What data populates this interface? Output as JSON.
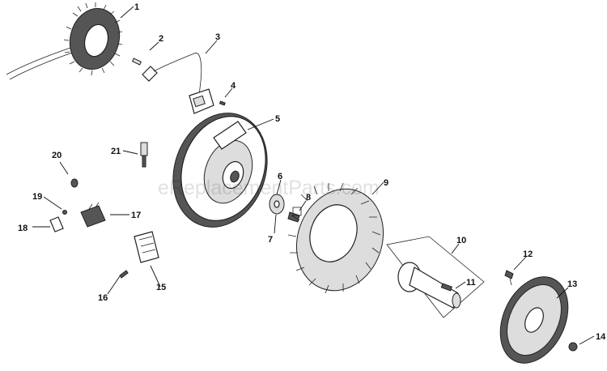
{
  "watermark": "eReplacementParts.com",
  "callouts": {
    "c1": "1",
    "c2": "2",
    "c3": "3",
    "c4": "4",
    "c5": "5",
    "c6": "6",
    "c7": "7",
    "c8": "8",
    "c9": "9",
    "c10": "10",
    "c11": "11",
    "c12": "12",
    "c13": "13",
    "c14": "14",
    "c15": "15",
    "c16": "16",
    "c17": "17",
    "c18": "18",
    "c19": "19",
    "c20": "20",
    "c21": "21"
  }
}
